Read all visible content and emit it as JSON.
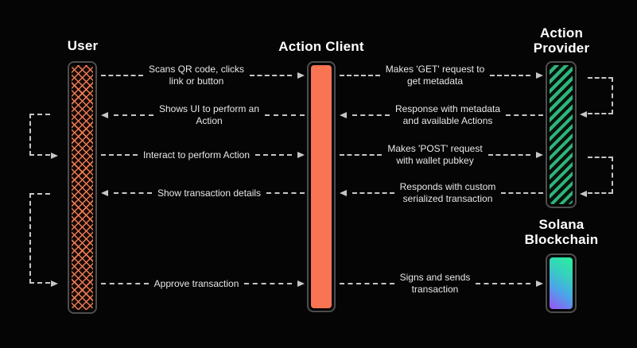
{
  "actors": {
    "user": {
      "title": "User"
    },
    "action_client": {
      "title": "Action Client"
    },
    "action_provider": {
      "title_line1": "Action",
      "title_line2": "Provider"
    },
    "solana_blockchain": {
      "title_line1": "Solana",
      "title_line2": "Blockchain"
    }
  },
  "lanes": {
    "left": {
      "rows": [
        {
          "line1": "Scans QR code, clicks",
          "line2": "link or button",
          "direction": "right"
        },
        {
          "line1": "Shows UI to perform an",
          "line2": "Action",
          "direction": "left"
        },
        {
          "line1": "Interact to perform Action",
          "line2": "",
          "direction": "right"
        },
        {
          "line1": "Show transaction details",
          "line2": "",
          "direction": "left"
        },
        {
          "line1": "Approve transaction",
          "line2": "",
          "direction": "right"
        }
      ]
    },
    "right": {
      "rows": [
        {
          "line1": "Makes 'GET' request to",
          "line2": "get metadata",
          "direction": "right"
        },
        {
          "line1": "Response with metadata",
          "line2": "and available Actions",
          "direction": "left"
        },
        {
          "line1": "Makes 'POST' request",
          "line2": "with wallet pubkey",
          "direction": "right"
        },
        {
          "line1": "Responds with custom",
          "line2": "serialized transaction",
          "direction": "left"
        },
        {
          "line1": "Signs and sends",
          "line2": "transaction",
          "direction": "right"
        }
      ]
    }
  },
  "colors": {
    "background": "#050505",
    "accent_orange": "#f87453",
    "crosshatch_orange": "#ec7a56",
    "hatch_green": "#2fb57c",
    "solana_gradient_start": "#2bf09b",
    "solana_gradient_mid": "#4aa7e8",
    "solana_gradient_end": "#9a52f7",
    "line_gray": "#c6c6c6",
    "text_light": "#e8e8e8",
    "bar_border_gray": "#4d4d4d"
  }
}
